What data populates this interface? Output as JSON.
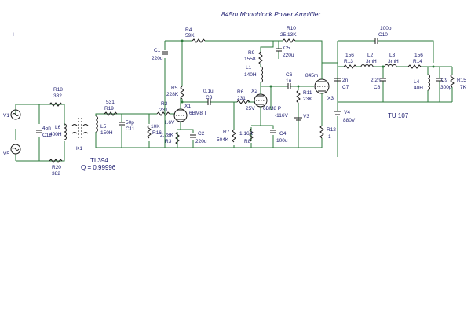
{
  "title": "845m Monoblock Power Amplifier",
  "cursor_mark": "I",
  "labels": {
    "V1": "V1",
    "V5": "V5",
    "C12": "C12",
    "C12v": "45n",
    "R18": "R18",
    "R18v": "382",
    "R20": "R20",
    "R20v": "382",
    "L6": "L6",
    "L6v": "400H",
    "K1": "K1",
    "TI": "TI 394",
    "Q": "Q = 0.99996",
    "R19": "R19",
    "R19v": "531",
    "L5": "L5",
    "L5v": "150H",
    "C11": "C11",
    "C11v": "50p",
    "R16": "R16",
    "R16v": "10K",
    "R2": "R2",
    "R2v": "231",
    "R3": "R3",
    "R3v": "2.28K",
    "V16": "1.6V",
    "X1": "X1",
    "X1v": "6BM8 T",
    "C2": "C2",
    "C2v": "220u",
    "R4": "R4",
    "R4v": "59K",
    "C1": "C1",
    "C1v": "220u",
    "R5": "R5",
    "R5v": "228K",
    "C3": "C3",
    "C3v": "0.1u",
    "R6": "R6",
    "R6v": "231",
    "R7": "R7",
    "R7v": "504K",
    "R8": "R8",
    "R8v": "1.16K",
    "C4": "C4",
    "C4v": "100u",
    "X2": "X2",
    "X2v": "6BM8 P",
    "V25": "25V",
    "R9": "R9",
    "R9v": "1558",
    "L1": "L1",
    "L1v": "140H",
    "R10": "R10",
    "R10v": "25.13K",
    "C5": "C5",
    "C5v": "220u",
    "C6": "C6",
    "C6v": "1u",
    "R11": "R11",
    "R11v": "23K",
    "V3": "V3",
    "V3v": "-116V",
    "R12": "R12",
    "R12v": "1",
    "X3": "X3",
    "X3v": "845m",
    "V4": "V4",
    "V4v": "880V",
    "C7": "C7",
    "C7v": "2n",
    "R13": "R13",
    "R13v": "156",
    "L2": "L2",
    "L2v": "3mH",
    "C8": "C8",
    "C8v": "2.2n",
    "L3": "L3",
    "L3v": "3mH",
    "R14": "R14",
    "R14v": "156",
    "C10": "C10",
    "C10v": "100p",
    "L4": "L4",
    "L4v": "40H",
    "C9": "C9",
    "C9v": "300p",
    "R15": "R15",
    "R15v": "7K",
    "TU": "TU 107"
  }
}
